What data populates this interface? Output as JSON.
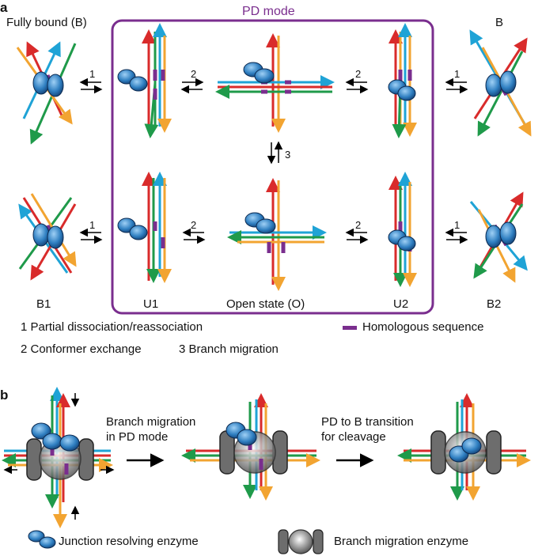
{
  "panel_a": {
    "letter": "a",
    "pd_mode_title": "PD mode",
    "states": {
      "fully_bound": "Fully bound (B)",
      "b_right": "B",
      "b1": "B1",
      "u1": "U1",
      "open_state": "Open state (O)",
      "u2": "U2",
      "b2": "B2"
    },
    "arrow_numbers": {
      "one": "1",
      "two": "2",
      "three": "3"
    },
    "legend": {
      "item1": "1 Partial dissociation/reassociation",
      "item2": "2 Conformer exchange",
      "item3": "3 Branch migration",
      "homologous": "Homologous sequence"
    }
  },
  "panel_b": {
    "letter": "b",
    "step1": "Branch migration\nin PD mode",
    "step2": "PD to B transition\nfor cleavage",
    "legend_enzyme": "Junction resolving enzyme",
    "legend_migration": "Branch migration enzyme"
  },
  "colors": {
    "red": "#d92b2b",
    "blue": "#1fa3d6",
    "green": "#1f9a4a",
    "orange": "#f2a431",
    "purple": "#7a2e8e",
    "enzyme": "#2f7fc1"
  }
}
